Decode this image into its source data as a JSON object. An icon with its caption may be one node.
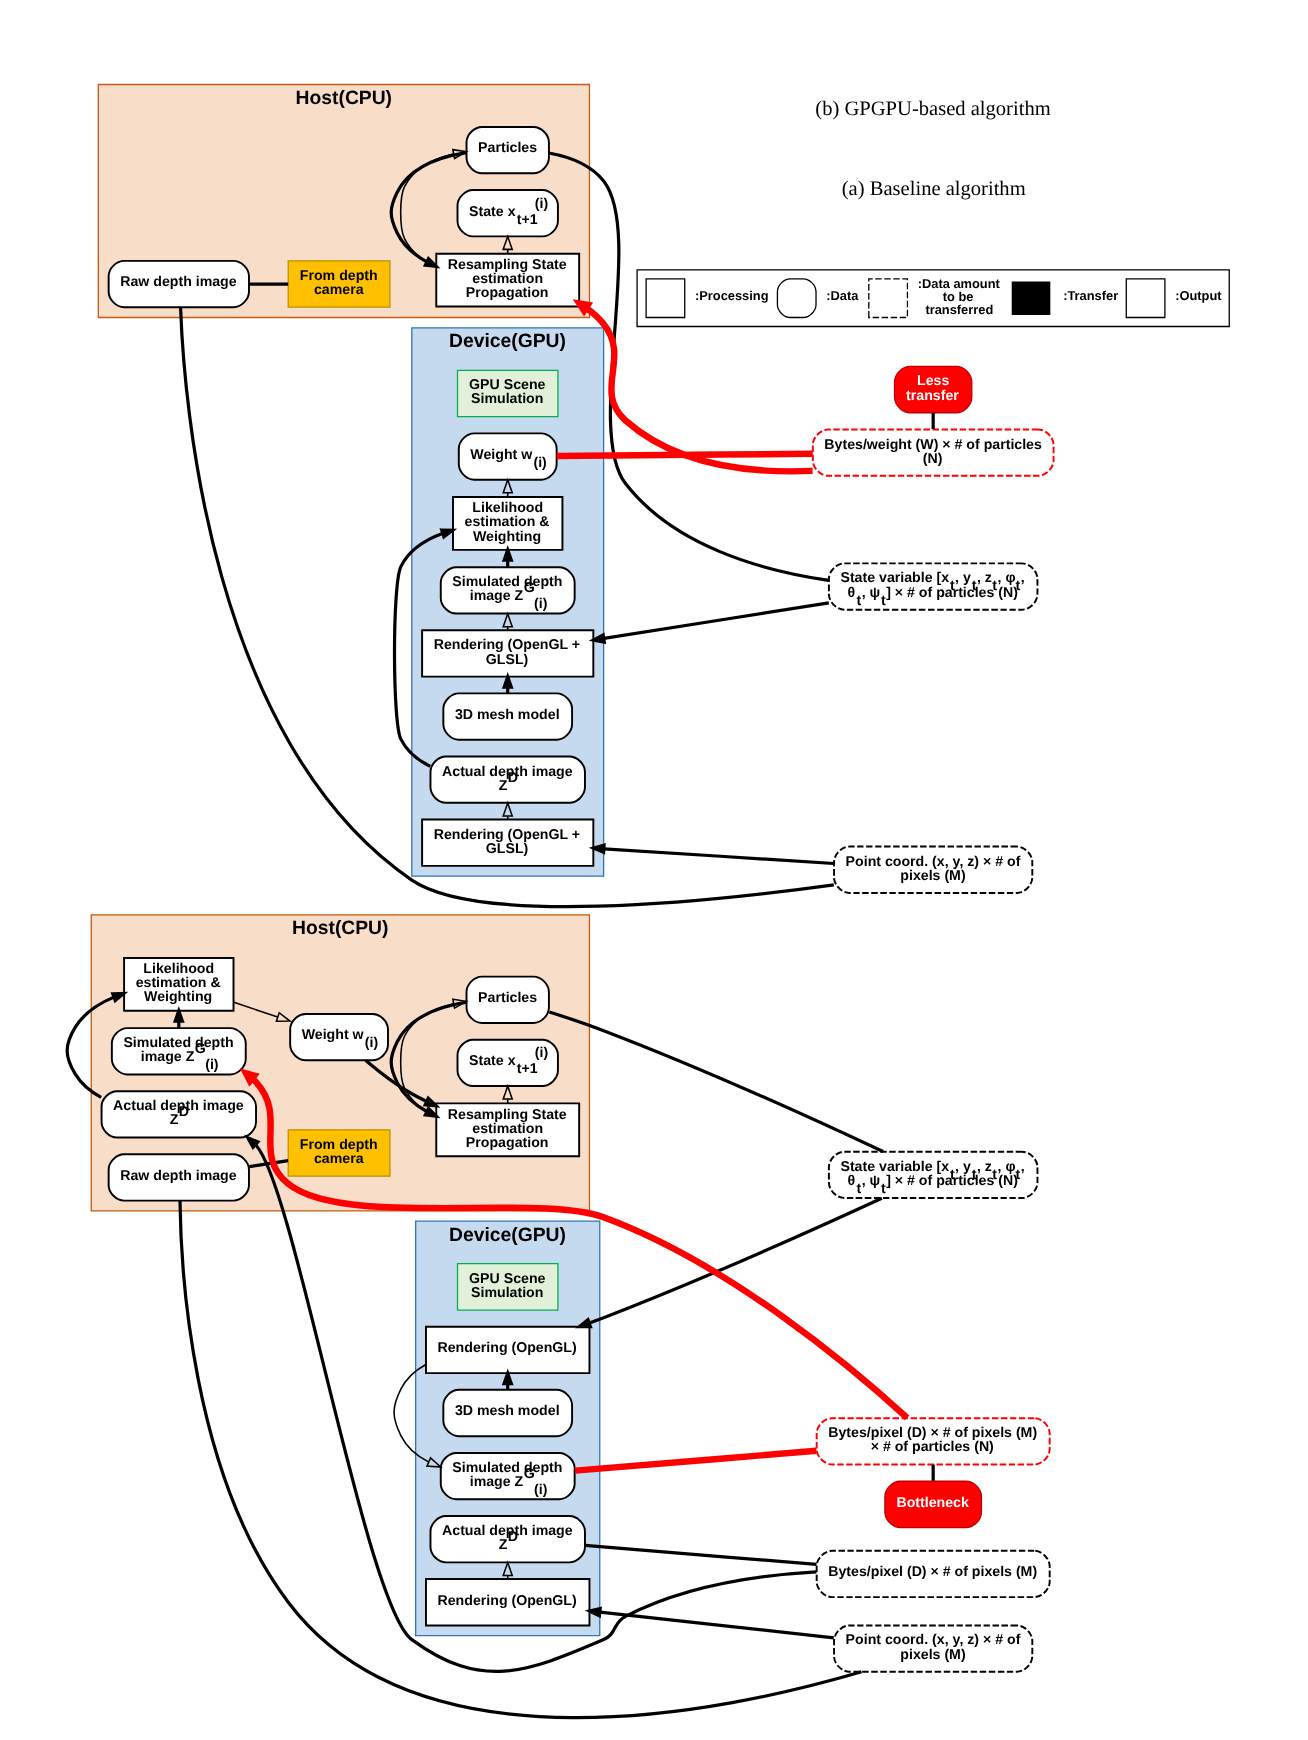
{
  "diagram": {
    "nodes": [
      {
        "text": [
          "Host(CPU)"
        ]
      },
      {
        "text": [
          "Device(GPU)"
        ]
      },
      {
        "text": [
          "Particles"
        ],
        "in": 0
      },
      {
        "text": [
          "Resampling State estimation Propagation"
        ],
        "in": 0
      },
      {
        "text": [
          "State x$_{t+1}$$^{(i)}$"
        ],
        "in": 0
      },
      {
        "text": [
          "Weight w$_{(i)}$"
        ],
        "in": 0
      },
      {
        "text": [
          "Likelihood estimation & Weighting"
        ],
        "in": 0
      },
      {
        "text": [
          "Simulated depth image Z$^{G}$$_{(i)}$"
        ],
        "in": 0
      },
      {
        "text": [
          "Actual depth image Z$^{D}$"
        ],
        "in": 0
      },
      {
        "text": [
          "Raw depth image"
        ],
        "in": 0
      },
      {
        "text": [
          "From depth camera"
        ],
        "in": 0
      },
      {
        "text": [
          "GPU Scene Simulation"
        ],
        "in": 1
      },
      {
        "text": [
          "3D mesh model"
        ],
        "in": 1
      },
      {
        "text": [
          "Rendering (OpenGL)"
        ],
        "in": 1
      },
      {
        "text": [
          "Simulated depth image Z$^{G}$$_{(i)}$"
        ],
        "in": 1
      },
      {
        "text": [
          "Actual depth image Z$^{D}$"
        ],
        "in": 1
      },
      {
        "text": [
          "Rendering (OpenGL)"
        ],
        "in": 1
      },
      {
        "text": [
          "State variable [x$_{t}$, y$_{t}$, z$_{t}$, φ$_{t}$, θ$_{t}$, ψ$_{t}$] × # of particles (N)"
        ]
      },
      {
        "text": [
          "Bytes/pixel (D) × # of pixels (M) × # of particles (N)"
        ]
      },
      {
        "text": [
          "Bottleneck"
        ]
      },
      {
        "text": [
          "Bytes/pixel (D) × # of pixels (M)"
        ]
      },
      {
        "text": [
          "Point coord. (x, y, z) × # of pixels (M)"
        ]
      },
      {
        "text": [
          "Host(CPU)"
        ]
      },
      {
        "text": [
          "Device(GPU)"
        ]
      },
      {
        "text": [
          "Particles"
        ],
        "in": 22
      },
      {
        "text": [
          "Resampling State estimation Propagation"
        ],
        "in": 22
      },
      {
        "text": [
          "State x$_{t+1}$$^{(i)}$"
        ],
        "in": 22
      },
      {
        "text": [
          "From depth camera"
        ],
        "in": 22
      },
      {
        "text": [
          "Raw depth image"
        ],
        "in": 22
      },
      {
        "text": [
          "GPU Scene Simulation"
        ],
        "in": 23
      },
      {
        "text": [
          "3D mesh model"
        ],
        "in": 23
      },
      {
        "text": [
          "Rendering (OpenGL + GLSL)"
        ],
        "in": 23
      },
      {
        "text": [
          "Simulated depth image Z$^{G}$$_{(i)}$"
        ],
        "in": 23
      },
      {
        "text": [
          "Weight w$_{(i)}$"
        ],
        "in": 23
      },
      {
        "text": [
          "Likelihood estimation & Weighting"
        ],
        "in": 23
      },
      {
        "text": [
          "Actual depth image Z$^{D}$"
        ],
        "in": 23
      },
      {
        "text": [
          "Rendering (OpenGL + GLSL)"
        ],
        "in": 23
      },
      {
        "text": [
          "State variable [x$_{t}$, y$_{t}$, z$_{t}$, φ$_{t}$, θ$_{t}$, ψ$_{t}$] × # of particles (N)"
        ]
      },
      {
        "text": [
          "Bytes/weight (W) × # of particles (N)"
        ]
      },
      {
        "text": [
          "Less transfer"
        ]
      },
      {
        "text": [
          "Point coord. (x, y, z) × # of pixels (M)"
        ]
      }
    ],
    "edges": [
      {
        "from": 2,
        "to": 17,
        "arrow": "none"
      },
      {
        "from": 17,
        "to": 13,
        "arrow": "to"
      },
      {
        "from": 12,
        "to": 13,
        "arrow": "to"
      },
      {
        "from": 13,
        "to": 14,
        "arrow": "to"
      },
      {
        "from": 14,
        "to": 18,
        "arrow": "none",
        "style": "thick",
        "color": "#ff0000"
      },
      {
        "from": 18,
        "to": 7,
        "arrow": "to",
        "style": "thick",
        "color": "#ff0000"
      },
      {
        "from": 7,
        "to": 6,
        "arrow": "to"
      },
      {
        "from": 6,
        "to": 5,
        "arrow": "to"
      },
      {
        "from": 5,
        "to": 3,
        "arrow": "to"
      },
      {
        "from": 3,
        "to": 2,
        "arrow": "to"
      },
      {
        "from": 2,
        "to": 3,
        "arrow": "to"
      },
      {
        "from": 3,
        "to": 4,
        "arrow": "to"
      },
      {
        "from": 8,
        "to": 6,
        "arrow": "to"
      },
      {
        "from": 15,
        "to": 20,
        "arrow": "none"
      },
      {
        "from": 20,
        "to": 8,
        "arrow": "to"
      },
      {
        "from": 16,
        "to": 15,
        "arrow": "to"
      },
      {
        "from": 9,
        "to": 21,
        "arrow": "none"
      },
      {
        "from": 21,
        "to": 16,
        "arrow": "to"
      },
      {
        "from": 10,
        "to": 9,
        "arrow": "none"
      },
      {
        "from": 19,
        "to": 18,
        "arrow": "none"
      },
      {
        "from": 24,
        "to": 37,
        "arrow": "none"
      },
      {
        "from": 37,
        "to": 31,
        "arrow": "to"
      },
      {
        "from": 30,
        "to": 31,
        "arrow": "to"
      },
      {
        "from": 31,
        "to": 32,
        "arrow": "to"
      },
      {
        "from": 32,
        "to": 34,
        "arrow": "to"
      },
      {
        "from": 34,
        "to": 33,
        "arrow": "to"
      },
      {
        "from": 33,
        "to": 38,
        "arrow": "none",
        "style": "thick",
        "color": "#ff0000"
      },
      {
        "from": 38,
        "to": 25,
        "arrow": "to",
        "style": "thick",
        "color": "#ff0000"
      },
      {
        "from": 25,
        "to": 24,
        "arrow": "to"
      },
      {
        "from": 24,
        "to": 25,
        "arrow": "to"
      },
      {
        "from": 25,
        "to": 26,
        "arrow": "to"
      },
      {
        "from": 35,
        "to": 34,
        "arrow": "to"
      },
      {
        "from": 36,
        "to": 35,
        "arrow": "to"
      },
      {
        "from": 28,
        "to": 40,
        "arrow": "none"
      },
      {
        "from": 40,
        "to": 36,
        "arrow": "to"
      },
      {
        "from": 27,
        "to": 28,
        "arrow": "none"
      },
      {
        "from": 39,
        "to": 38,
        "arrow": "none"
      }
    ],
    "labels": [
      "(a) Baseline algorithm",
      "(b) GPGPU-based algorithm"
    ],
    "legend": [
      {
        "text": ":Processing"
      },
      {
        "text": ":Data"
      },
      {
        "text": ":Data amount to be transferred"
      },
      {
        "text": ":Transfer"
      },
      {
        "text": ":Output"
      }
    ]
  }
}
